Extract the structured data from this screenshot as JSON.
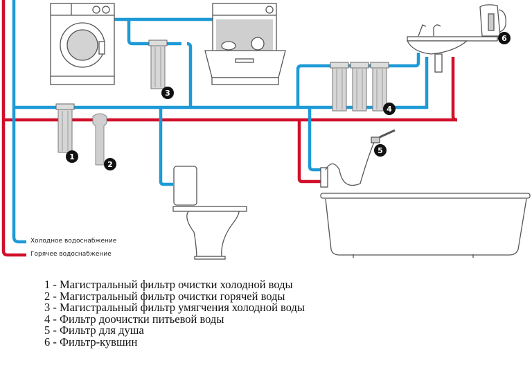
{
  "colors": {
    "cold": "#1e9ad6",
    "hot": "#d0102a",
    "fixture_fill": "#cfcfcf",
    "outline": "#555555",
    "badge": "#111111"
  },
  "legend": {
    "cold": "Холодное водоснабжение",
    "hot": "Горячее водоснабжение"
  },
  "badges": [
    "1",
    "2",
    "3",
    "4",
    "5",
    "6"
  ],
  "captions": [
    "1 - Магистральный фильтр очистки холодной воды",
    "2 - Магистральный фильтр очистки горячей воды",
    "3 - Магистральный фильтр умягчения холодной воды",
    "4 - Фильтр доочистки питьевой воды",
    "5 - Фильтр для душа",
    "6 - Фильтр-кувшин"
  ]
}
